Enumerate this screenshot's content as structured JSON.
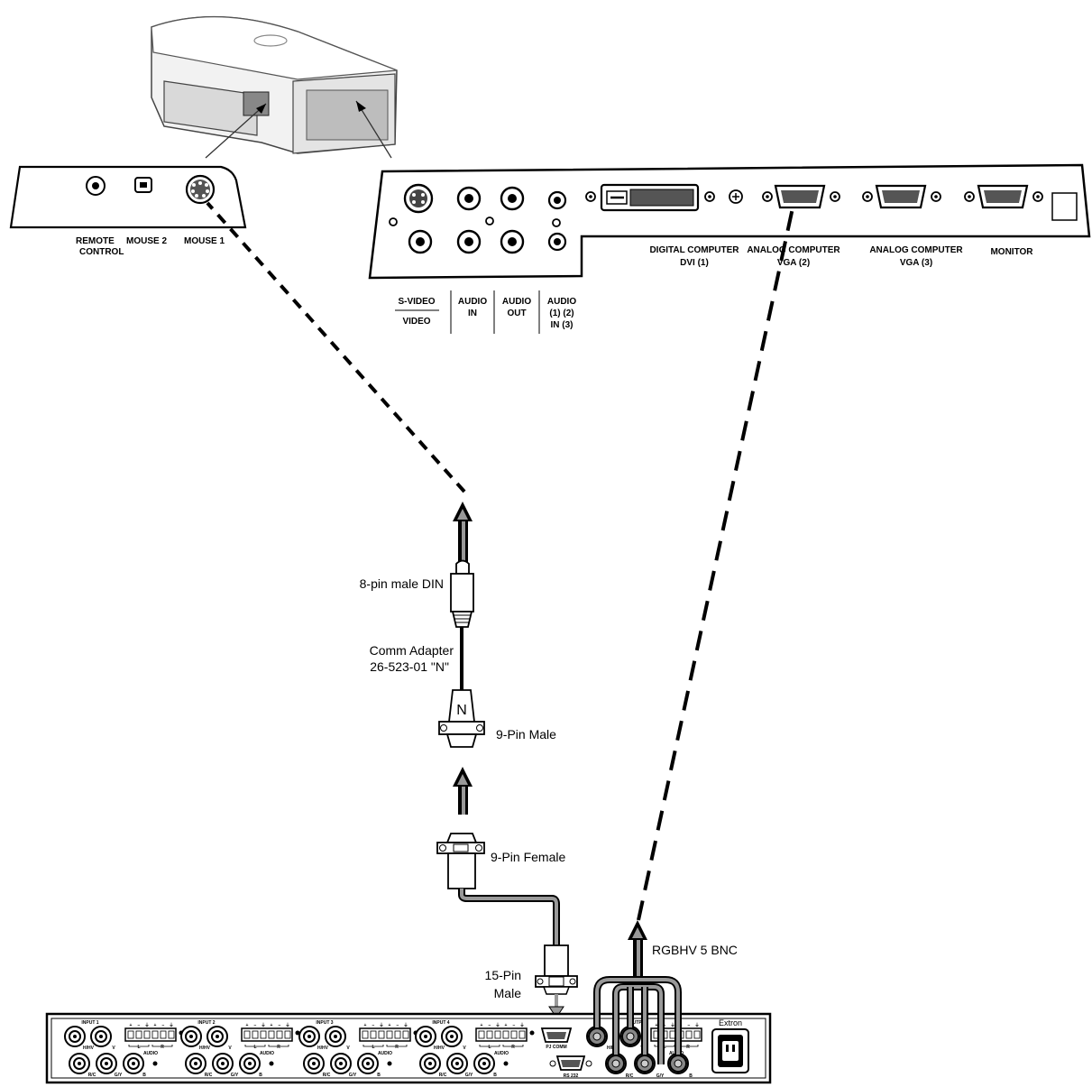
{
  "projector_side_panel": {
    "labels": {
      "remote": [
        "REMOTE",
        "CONTROL"
      ],
      "mouse2": "MOUSE 2",
      "mouse1": "MOUSE 1"
    }
  },
  "projector_rear_panel": {
    "labels": {
      "svideo": "S-VIDEO",
      "video": "VIDEO",
      "audio_in": [
        "AUDIO",
        "IN"
      ],
      "audio_out": [
        "AUDIO",
        "OUT"
      ],
      "audio_123": [
        "AUDIO",
        "(1) (2)",
        "IN (3)"
      ],
      "dvi": [
        "DIGITAL COMPUTER",
        "DVI (1)"
      ],
      "vga2": [
        "ANALOG COMPUTER",
        "VGA (2)"
      ],
      "vga3": [
        "ANALOG COMPUTER",
        "VGA (3)"
      ],
      "monitor": "MONITOR"
    }
  },
  "cable_labels": {
    "din": "8-pin male DIN",
    "adapter": [
      "Comm Adapter",
      "26-523-01 \"N\""
    ],
    "adapter_letter": "N",
    "male9": "9-Pin Male",
    "female9": "9-Pin Female",
    "male15": [
      "15-Pin",
      "Male"
    ],
    "rgbhv": "RGBHV  5 BNC"
  },
  "extron_panel": {
    "brand": "Extron",
    "inputs": [
      "INPUT 1",
      "INPUT 2",
      "INPUT 3",
      "INPUT 4"
    ],
    "output": "OUTPUT",
    "bnc_top": [
      "H/HV",
      "V"
    ],
    "bnc_bottom": [
      "R/C",
      "G/Y",
      "B"
    ],
    "audio": "AUDIO",
    "audio_lr": [
      "L",
      "R"
    ],
    "terminal_signs": [
      "+",
      "−",
      "⏚",
      "+",
      "−",
      "⏚"
    ],
    "pj_comm": "PJ COMM",
    "rs232": "RS 232"
  }
}
